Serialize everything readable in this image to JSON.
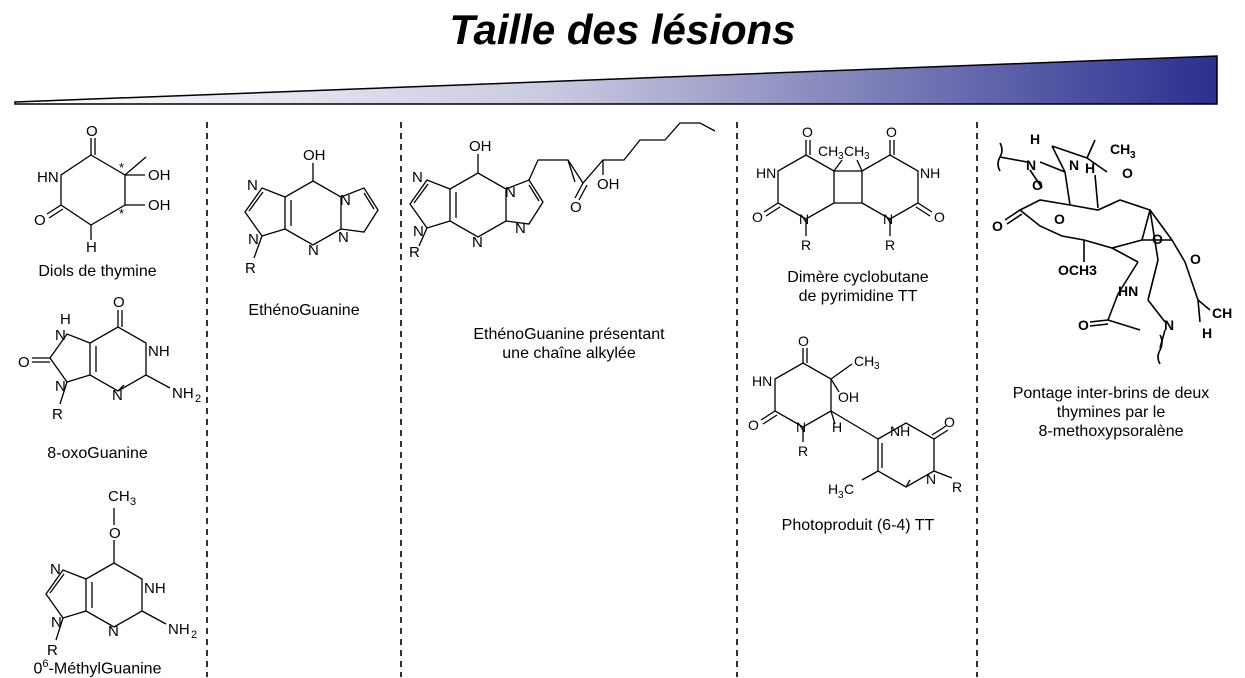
{
  "title": "Taille des lésions",
  "gradient": {
    "start_color": "#ffffff",
    "end_color": "#2b2f8f"
  },
  "atoms": {
    "O": "O",
    "OH": "OH",
    "HN": "HN",
    "NH": "NH",
    "N": "N",
    "H": "H",
    "R": "R",
    "NH2": "NH",
    "NH2_sub": "2",
    "CH3": "CH",
    "CH3_sub": "3",
    "H3C": "H",
    "H3C_sub": "3",
    "H3C_tail": "C",
    "star": "*",
    "OCH3": "OCH3"
  },
  "lesions": [
    {
      "label_lines": [
        "Diols de thymine"
      ]
    },
    {
      "label_lines": [
        "8-oxoGuanine"
      ]
    },
    {
      "prefix": "0",
      "superscript": "6",
      "suffix": "-MéthylGuanine"
    },
    {
      "label_lines": [
        "EthénoGuanine"
      ]
    },
    {
      "label_lines": [
        "EthénoGuanine présentant",
        "une chaîne alkylée"
      ]
    },
    {
      "label_lines": [
        "Dimère cyclobutane",
        "de pyrimidine TT"
      ]
    },
    {
      "label_lines": [
        "Photoproduit (6-4) TT"
      ]
    },
    {
      "label_lines": [
        "Pontage inter-brins de deux",
        "thymines par le",
        "8-methoxypsoralène"
      ]
    }
  ]
}
